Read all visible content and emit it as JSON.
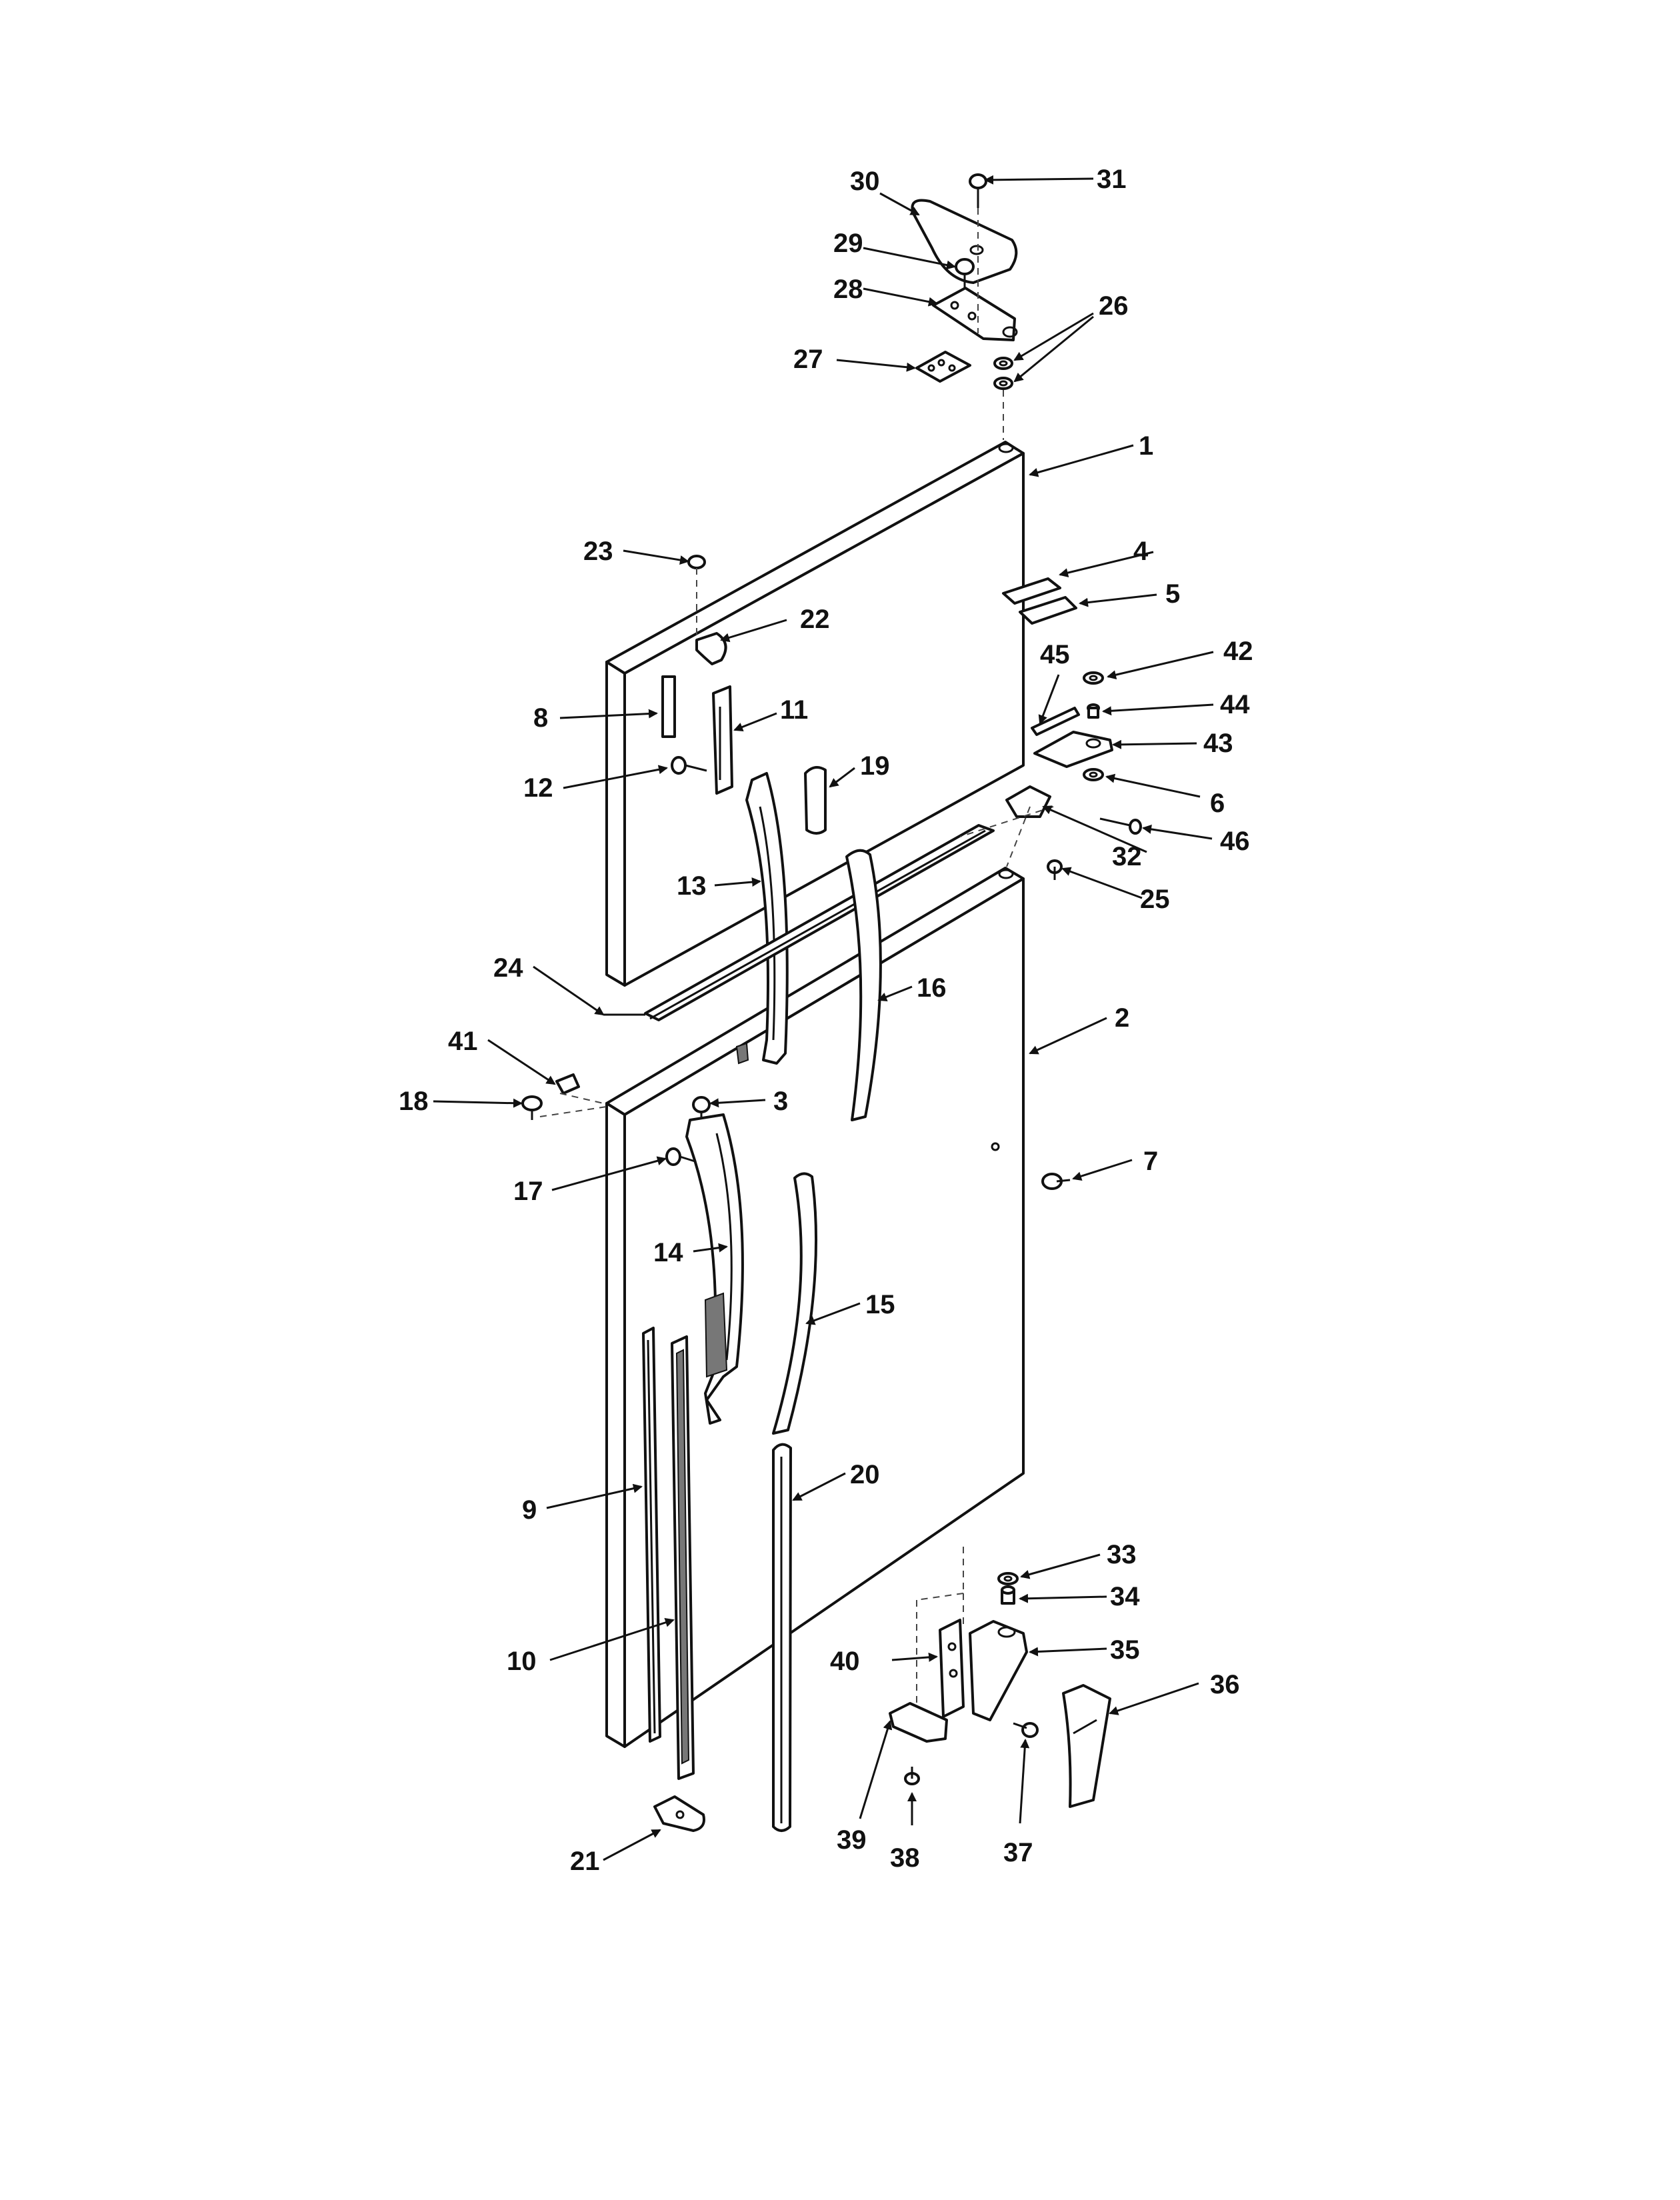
{
  "callouts": [
    {
      "id": "1",
      "text": "1"
    },
    {
      "id": "2",
      "text": "2"
    },
    {
      "id": "3",
      "text": "3"
    },
    {
      "id": "4",
      "text": "4"
    },
    {
      "id": "5",
      "text": "5"
    },
    {
      "id": "6",
      "text": "6"
    },
    {
      "id": "7",
      "text": "7"
    },
    {
      "id": "8",
      "text": "8"
    },
    {
      "id": "9",
      "text": "9"
    },
    {
      "id": "10",
      "text": "10"
    },
    {
      "id": "11",
      "text": "11"
    },
    {
      "id": "12",
      "text": "12"
    },
    {
      "id": "13",
      "text": "13"
    },
    {
      "id": "14",
      "text": "14"
    },
    {
      "id": "15",
      "text": "15"
    },
    {
      "id": "16",
      "text": "16"
    },
    {
      "id": "17",
      "text": "17"
    },
    {
      "id": "18",
      "text": "18"
    },
    {
      "id": "19",
      "text": "19"
    },
    {
      "id": "20",
      "text": "20"
    },
    {
      "id": "21",
      "text": "21"
    },
    {
      "id": "22",
      "text": "22"
    },
    {
      "id": "23",
      "text": "23"
    },
    {
      "id": "24",
      "text": "24"
    },
    {
      "id": "25",
      "text": "25"
    },
    {
      "id": "26",
      "text": "26"
    },
    {
      "id": "27",
      "text": "27"
    },
    {
      "id": "28",
      "text": "28"
    },
    {
      "id": "29",
      "text": "29"
    },
    {
      "id": "30",
      "text": "30"
    },
    {
      "id": "31",
      "text": "31"
    },
    {
      "id": "32",
      "text": "32"
    },
    {
      "id": "33",
      "text": "33"
    },
    {
      "id": "34",
      "text": "34"
    },
    {
      "id": "35",
      "text": "35"
    },
    {
      "id": "36",
      "text": "36"
    },
    {
      "id": "37",
      "text": "37"
    },
    {
      "id": "38",
      "text": "38"
    },
    {
      "id": "39",
      "text": "39"
    },
    {
      "id": "40",
      "text": "40"
    },
    {
      "id": "41",
      "text": "41"
    },
    {
      "id": "42",
      "text": "42"
    },
    {
      "id": "43",
      "text": "43"
    },
    {
      "id": "44",
      "text": "44"
    },
    {
      "id": "45",
      "text": "45"
    },
    {
      "id": "46",
      "text": "46"
    }
  ],
  "colors": {
    "ink": "#111111",
    "background": "#ffffff"
  }
}
